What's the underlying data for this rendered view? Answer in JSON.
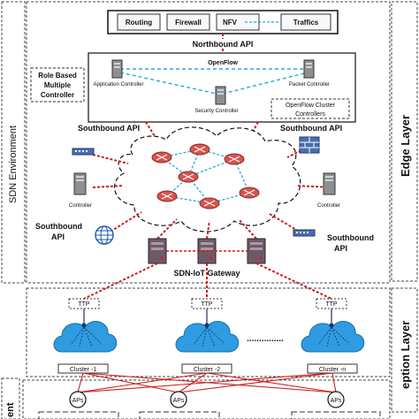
{
  "side_labels": {
    "sdn_environment": "SDN Environment",
    "edge_layer": "Edge Layer",
    "perception_layer": "eption Layer",
    "bottom_left": "ent"
  },
  "apps": {
    "routing": "Routing",
    "firewall": "Firewall",
    "nfv": "NFV",
    "traffics": "Traffics"
  },
  "northbound_api": "Northbound API",
  "role_based": [
    "Role Based",
    "Multiple",
    "Controller"
  ],
  "openflow": "OpenFlow",
  "controllers": {
    "application": "Application Controller",
    "packet": "Packet Controller",
    "security": "Security Controller",
    "generic_left": "Controller",
    "generic_right": "Controller"
  },
  "openflow_cluster": [
    "OpenFlow Cluster",
    "Controllers"
  ],
  "southbound_api": "Southbound API",
  "southbound_api_two_line": [
    "Southbound",
    "API"
  ],
  "gateway": "SDN-IoT Gateway",
  "ttp": "TTP",
  "clusters": [
    "Cluster -1",
    "Cluster -2",
    "Cluster -n"
  ],
  "ellipsis": "...............",
  "aps": "APs",
  "colors": {
    "red_dashed": "#cc1f1f",
    "blue_dashed": "#2aa8d8",
    "cloud": "#2f9be0",
    "switch": "#d9534f"
  }
}
